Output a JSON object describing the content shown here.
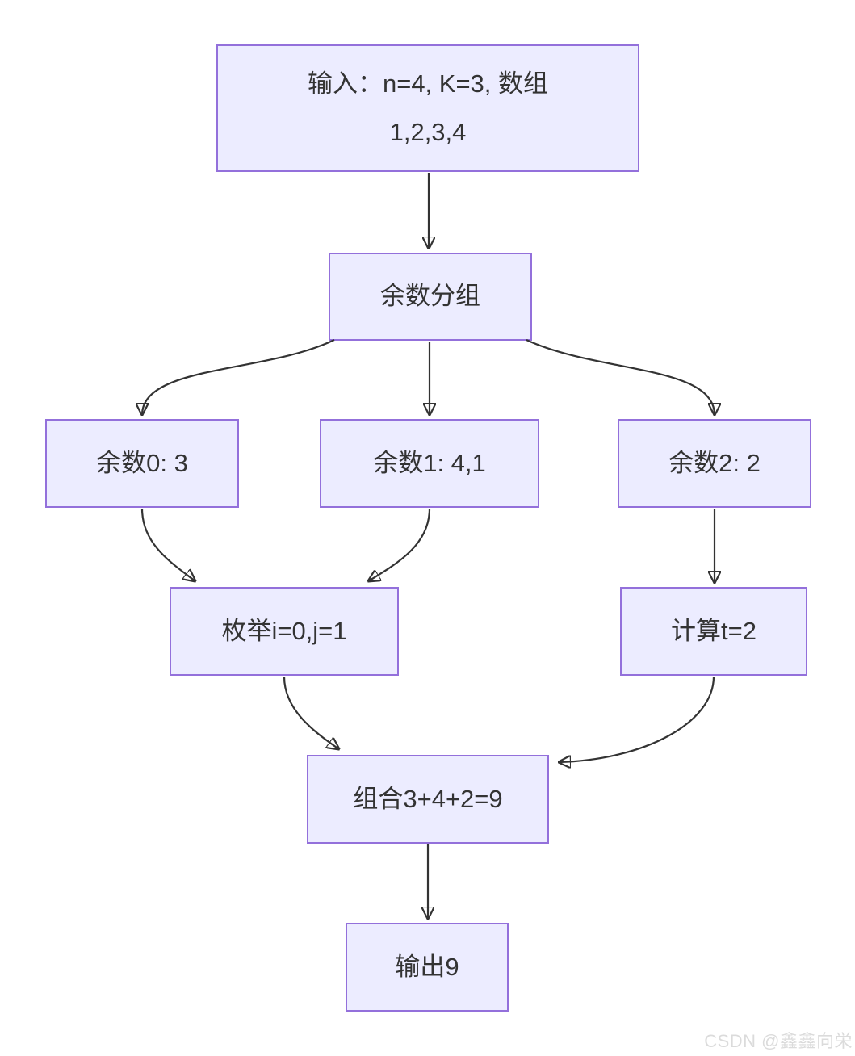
{
  "diagram": {
    "type": "flowchart",
    "direction": "top-down",
    "nodes": {
      "input": {
        "line1": "输入：n=4, K=3, 数组",
        "line2": "1,2,3,4"
      },
      "group": {
        "label": "余数分组"
      },
      "r0": {
        "label": "余数0: 3"
      },
      "r1": {
        "label": "余数1: 4,1"
      },
      "r2": {
        "label": "余数2: 2"
      },
      "enum": {
        "label": "枚举i=0,j=1"
      },
      "calc": {
        "label": "计算t=2"
      },
      "combine": {
        "label": "组合3+4+2=9"
      },
      "output": {
        "label": "输出9"
      }
    },
    "edges": [
      {
        "from": "input",
        "to": "group"
      },
      {
        "from": "group",
        "to": "r0"
      },
      {
        "from": "group",
        "to": "r1"
      },
      {
        "from": "group",
        "to": "r2"
      },
      {
        "from": "r0",
        "to": "enum"
      },
      {
        "from": "r1",
        "to": "enum"
      },
      {
        "from": "r2",
        "to": "calc"
      },
      {
        "from": "enum",
        "to": "combine"
      },
      {
        "from": "calc",
        "to": "combine"
      },
      {
        "from": "combine",
        "to": "output"
      }
    ],
    "colors": {
      "node_fill": "#ECECFF",
      "node_border": "#9370DB",
      "edge": "#333333",
      "text": "#333333",
      "watermark": "#DBDBDB",
      "background": "#FFFFFF"
    }
  },
  "watermark": {
    "text": "CSDN @鑫鑫向栄"
  }
}
